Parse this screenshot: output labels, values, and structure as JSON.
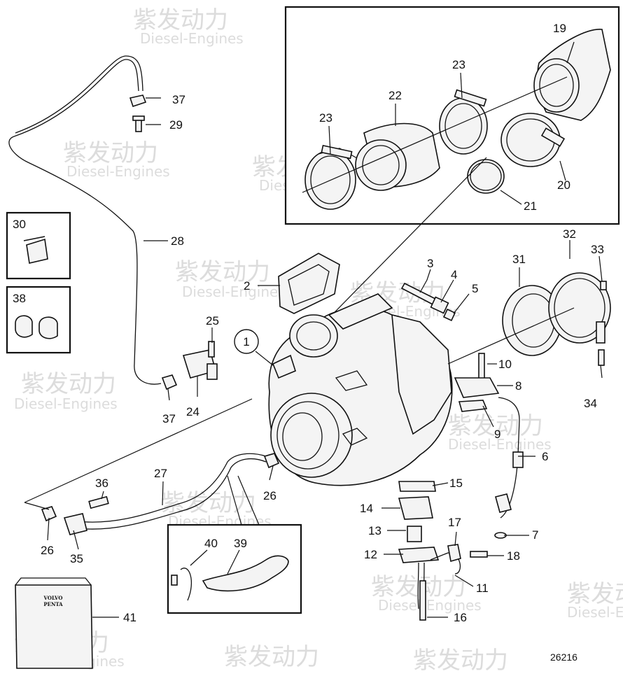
{
  "watermark": {
    "brand_cn": "紫发动力",
    "brand_en": "Diesel-Engines"
  },
  "figure_ref": "26216",
  "envelope_brand": [
    "VOLVO",
    "PENTA"
  ],
  "callouts": [
    "1",
    "2",
    "3",
    "4",
    "5",
    "6",
    "7",
    "8",
    "9",
    "10",
    "11",
    "12",
    "13",
    "14",
    "15",
    "16",
    "17",
    "18",
    "19",
    "20",
    "21",
    "22",
    "23",
    "23",
    "24",
    "25",
    "26",
    "26",
    "27",
    "28",
    "29",
    "30",
    "31",
    "32",
    "33",
    "34",
    "35",
    "36",
    "37",
    "37",
    "38",
    "39",
    "40",
    "41"
  ]
}
